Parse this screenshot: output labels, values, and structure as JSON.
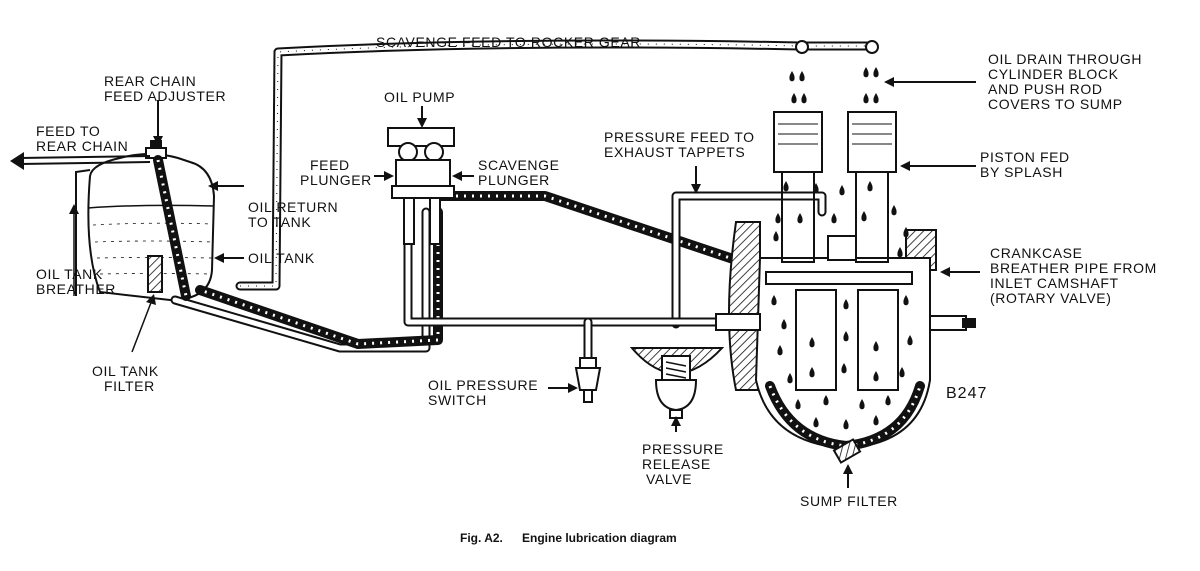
{
  "labels": {
    "scavenge_feed_rocker": "SCAVENGE FEED TO ROCKER GEAR",
    "oil_drain_1": "OIL DRAIN THROUGH",
    "oil_drain_2": "CYLINDER BLOCK",
    "oil_drain_3": "AND PUSH ROD",
    "oil_drain_4": "COVERS TO SUMP",
    "rear_chain_adj_1": "REAR CHAIN",
    "rear_chain_adj_2": "FEED ADJUSTER",
    "oil_pump": "OIL PUMP",
    "feed_rear_chain_1": "FEED TO",
    "feed_rear_chain_2": "REAR CHAIN",
    "pressure_feed_1": "PRESSURE FEED TO",
    "pressure_feed_2": "EXHAUST TAPPETS",
    "feed_plunger_1": "FEED",
    "feed_plunger_2": "PLUNGER",
    "scavenge_plunger_1": "SCAVENGE",
    "scavenge_plunger_2": "PLUNGER",
    "piston_fed_1": "PISTON FED",
    "piston_fed_2": "BY SPLASH",
    "oil_return_1": "OIL RETURN",
    "oil_return_2": "TO TANK",
    "oil_tank": "OIL TANK",
    "crankcase_1": "CRANKCASE",
    "crankcase_2": "BREATHER PIPE FROM",
    "crankcase_3": "INLET CAMSHAFT",
    "crankcase_4": "(ROTARY VALVE)",
    "oil_tank_breather_1": "OIL TANK",
    "oil_tank_breather_2": "BREATHER",
    "oil_tank_filter_1": "OIL TANK",
    "oil_tank_filter_2": "FILTER",
    "oil_pressure_switch_1": "OIL PRESSURE",
    "oil_pressure_switch_2": "SWITCH",
    "pressure_release_1": "PRESSURE",
    "pressure_release_2": "RELEASE",
    "pressure_release_3": "VALVE",
    "sump_filter": "SUMP FILTER",
    "figure_code": "B247"
  },
  "caption": {
    "number": "Fig. A2.",
    "title": "Engine lubrication diagram"
  }
}
